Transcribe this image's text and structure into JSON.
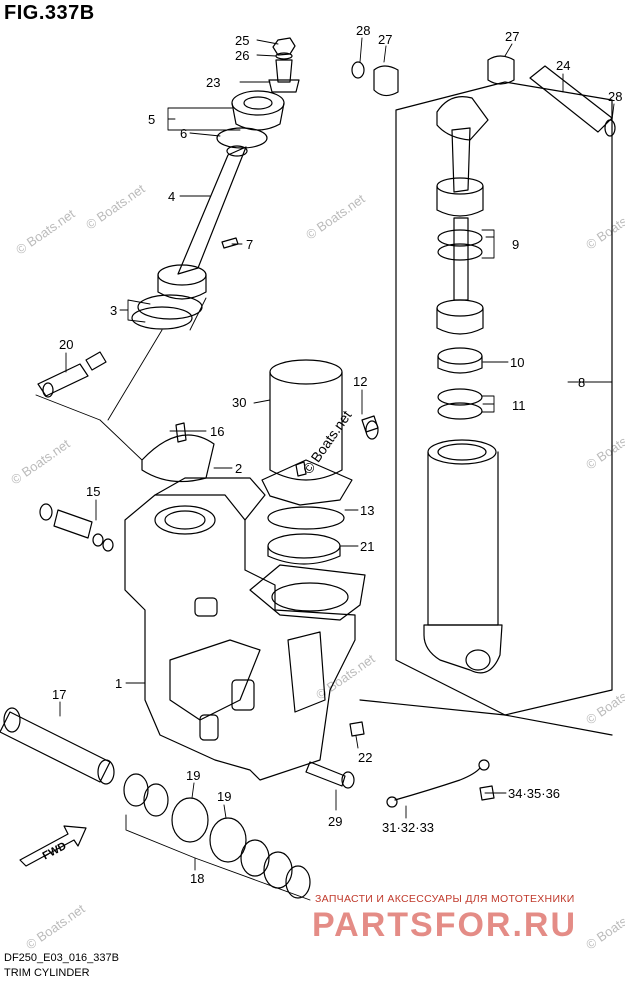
{
  "figure": {
    "title": "FIG.337B",
    "footer_code": "DF250_E03_016_337B",
    "footer_name": "TRIM CYLINDER",
    "fwd_label": "FWD"
  },
  "watermarks": {
    "site": "© Boats.net",
    "banner_text": "ЗАПЧАСТИ И АКСЕССУАРЫ ДЛЯ МОТОТЕХНИКИ",
    "banner_logo": "PARTSFOR.RU"
  },
  "callouts": [
    {
      "id": "c1",
      "label": "1"
    },
    {
      "id": "c2",
      "label": "2"
    },
    {
      "id": "c3",
      "label": "3"
    },
    {
      "id": "c4",
      "label": "4"
    },
    {
      "id": "c5",
      "label": "5"
    },
    {
      "id": "c6",
      "label": "6"
    },
    {
      "id": "c7",
      "label": "7"
    },
    {
      "id": "c8",
      "label": "8"
    },
    {
      "id": "c9",
      "label": "9"
    },
    {
      "id": "c10",
      "label": "10"
    },
    {
      "id": "c11",
      "label": "11"
    },
    {
      "id": "c12",
      "label": "12"
    },
    {
      "id": "c13",
      "label": "13"
    },
    {
      "id": "c15",
      "label": "15"
    },
    {
      "id": "c16",
      "label": "16"
    },
    {
      "id": "c17",
      "label": "17"
    },
    {
      "id": "c18",
      "label": "18"
    },
    {
      "id": "c19a",
      "label": "19"
    },
    {
      "id": "c19b",
      "label": "19"
    },
    {
      "id": "c20",
      "label": "20"
    },
    {
      "id": "c21",
      "label": "21"
    },
    {
      "id": "c22",
      "label": "22"
    },
    {
      "id": "c23",
      "label": "23"
    },
    {
      "id": "c24",
      "label": "24"
    },
    {
      "id": "c25",
      "label": "25"
    },
    {
      "id": "c26",
      "label": "26"
    },
    {
      "id": "c27a",
      "label": "27"
    },
    {
      "id": "c27b",
      "label": "27"
    },
    {
      "id": "c28a",
      "label": "28"
    },
    {
      "id": "c28b",
      "label": "28"
    },
    {
      "id": "c29",
      "label": "29"
    },
    {
      "id": "c30",
      "label": "30"
    },
    {
      "id": "c313233",
      "label": "31·32·33"
    },
    {
      "id": "c343536",
      "label": "34·35·36"
    }
  ]
}
